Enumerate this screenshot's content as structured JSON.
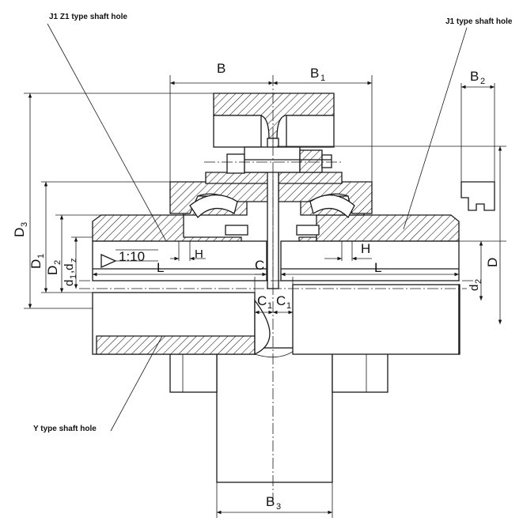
{
  "callouts": {
    "j1z1": "J1 Z1 type shaft hole",
    "j1": "J1 type shaft hole",
    "y": "Y type shaft hole"
  },
  "dims": {
    "B": "B",
    "B1_main": "B",
    "B1_sub": "1",
    "B2_main": "B",
    "B2_sub": "2",
    "B3_main": "B",
    "B3_sub": "3",
    "D3_main": "D",
    "D3_sub": "3",
    "D1_main": "D",
    "D1_sub": "1",
    "D2_main": "D",
    "D2_sub": "2",
    "d1dz_main": "d",
    "d1dz_sub1": "1",
    "d1dz_mid": ",d",
    "d1dz_sub2": "z",
    "d2_main": "d",
    "d2_sub": "2",
    "D": "D",
    "taper": "1:10",
    "L_left": "L",
    "L_right": "L",
    "H_left": "H",
    "H_right": "H",
    "C": "C",
    "C1_left_main": "C",
    "C1_left_sub": "1",
    "C1_right_main": "C",
    "C1_right_sub": "1"
  }
}
